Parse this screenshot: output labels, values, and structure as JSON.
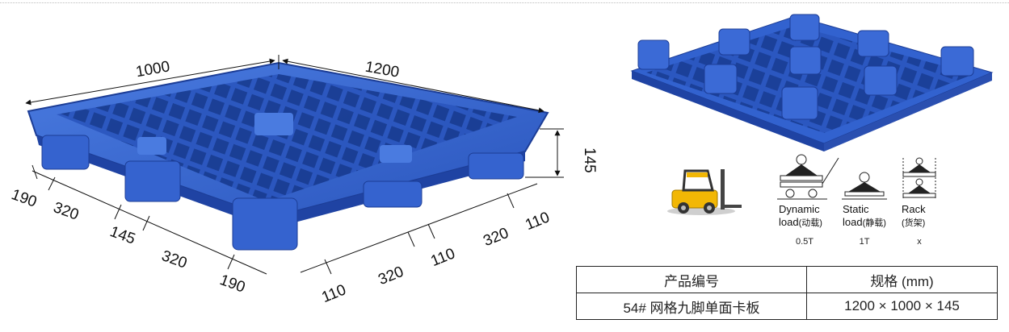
{
  "dimensions": {
    "width": "1000",
    "length": "1200",
    "height": "145",
    "front_left": [
      "190",
      "320",
      "145",
      "320",
      "190"
    ],
    "front_right": [
      "110",
      "320",
      "110",
      "320",
      "110"
    ]
  },
  "load_ratings": [
    {
      "title": "Dynamic",
      "subtitle": "load",
      "cn": "(动载)",
      "value": "0.5T"
    },
    {
      "title": "Static",
      "subtitle": "load",
      "cn": "(静载)",
      "value": "1T"
    },
    {
      "title": "Rack",
      "subtitle": "",
      "cn": "(货架)",
      "value": "x"
    }
  ],
  "spec_table": {
    "headers": [
      "产品编号",
      "规格 (mm)"
    ],
    "row": [
      "54# 网格九脚单面卡板",
      "1200 × 1000 × 145"
    ]
  },
  "colors": {
    "pallet_blue": "#2f5fc9",
    "pallet_dark": "#1f3f9a",
    "forklift_yellow": "#f2b705"
  },
  "icons": [
    "pallet-drawing",
    "pallet-photo",
    "forklift-icon",
    "dynamic-load-icon",
    "static-load-icon",
    "rack-load-icon"
  ]
}
